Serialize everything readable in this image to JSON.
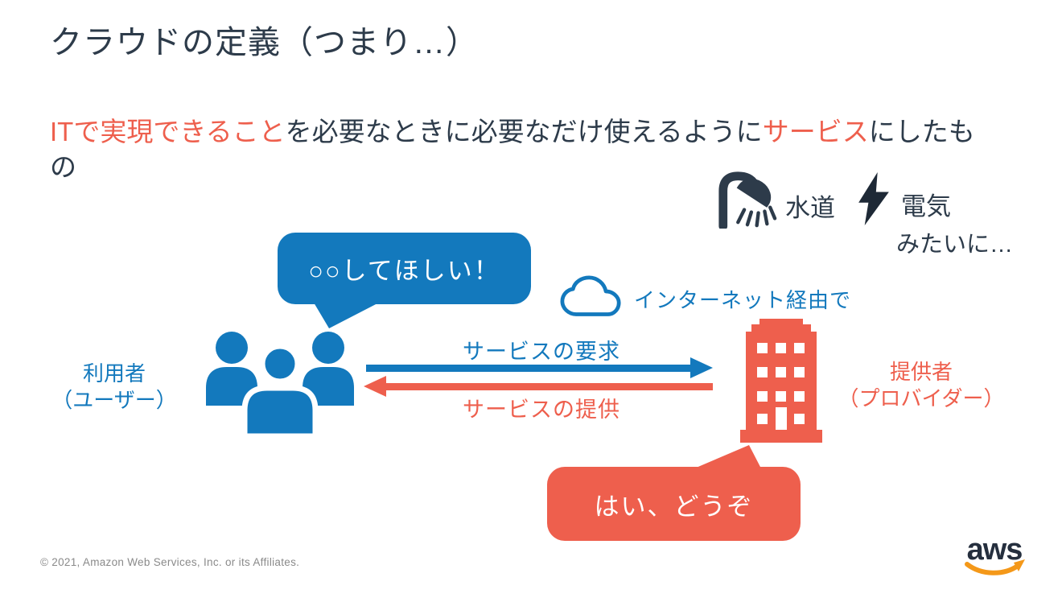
{
  "slide": {
    "title": "クラウドの定義（つまり…）",
    "body": {
      "seg1": "ITで実現できること",
      "seg2": "を必要なときに必要なだけ使えるように",
      "seg3": "サービス",
      "seg4": "にしたも",
      "line2": "の"
    },
    "analogy": {
      "water": "水道",
      "electricity": "電気",
      "like": "みたいに…"
    },
    "diagram": {
      "request_bubble": "○○してほしい！",
      "internet": "インターネット経由で",
      "request_arrow": "サービスの要求",
      "provide_arrow": "サービスの提供",
      "user_line1": "利用者",
      "user_line2": "（ユーザー）",
      "provider_line1": "提供者",
      "provider_line2": "（プロバイダー）",
      "response_bubble": "はい、どうぞ"
    },
    "footer": "© 2021, Amazon Web Services, Inc. or its Affiliates.",
    "logo": "aws"
  },
  "colors": {
    "text_dark": "#2d3b4a",
    "accent_blue": "#1379bd",
    "accent_red": "#ee5f4d",
    "footer_gray": "#8a8a8a",
    "logo_navy": "#252f3e",
    "logo_orange": "#f49819"
  }
}
